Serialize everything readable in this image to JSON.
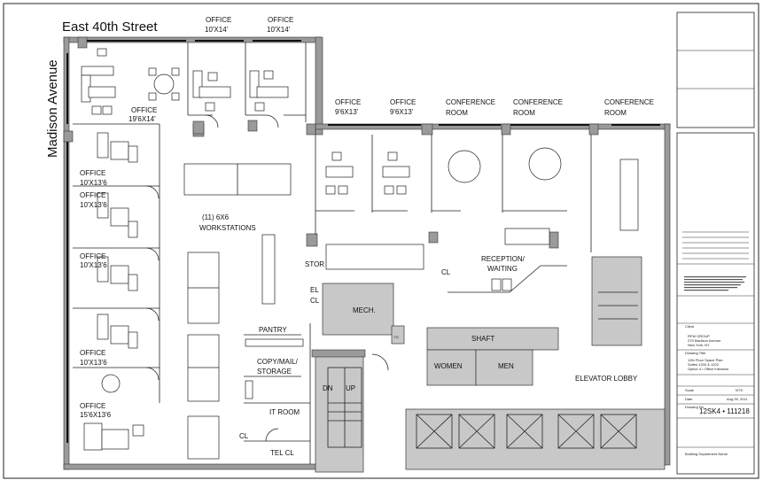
{
  "streets": {
    "east_40th": "East 40th Street",
    "madison": "Madison Avenue"
  },
  "rooms": {
    "office_top1_name": "OFFICE",
    "office_top1_size": "10'X14'",
    "office_top2_name": "OFFICE",
    "office_top2_size": "10'X14'",
    "office_corner_name": "OFFICE",
    "office_corner_size": "19'6X14'",
    "office_l1_name": "OFFICE",
    "office_l1_size": "10'X13'6",
    "office_l2_name": "OFFICE",
    "office_l2_size": "10'X13'6",
    "office_l3_name": "OFFICE",
    "office_l3_size": "10'X13'6",
    "office_l4_name": "OFFICE",
    "office_l4_size": "10'X13'6",
    "office_l5_name": "OFFICE",
    "office_l5_size": "15'6X13'6",
    "office_m1_name": "OFFICE",
    "office_m1_size": "9'6X13'",
    "office_m2_name": "OFFICE",
    "office_m2_size": "9'6X13'",
    "conf1_a": "CONFERENCE",
    "conf1_b": "ROOM",
    "conf2_a": "CONFERENCE",
    "conf2_b": "ROOM",
    "conf3_a": "CONFERENCE",
    "conf3_b": "ROOM",
    "workstations_a": "(11) 6X6",
    "workstations_b": "WORKSTATIONS",
    "reception_a": "RECEPTION/",
    "reception_b": "WAITING",
    "stor": "STOR",
    "el": "EL",
    "cl_a": "CL",
    "cl_b": "CL",
    "cl_c": "CL",
    "mech": "MECH.",
    "tc": "T/C",
    "pantry": "PANTRY",
    "copy_a": "COPY/MAIL/",
    "copy_b": "STORAGE",
    "it_room": "IT ROOM",
    "tel_cl": "TEL CL",
    "shaft": "SHAFT",
    "women": "WOMEN",
    "men": "MEN",
    "elevator_lobby": "ELEVATOR LOBBY",
    "stair_dn": "DN",
    "stair_up": "UP"
  },
  "title_block": {
    "client_label": "Client",
    "client_name": "RFW GROUP",
    "client_addr1": "275 Madison Avenue",
    "client_addr2": "New York, NY",
    "drawing_label": "Drawing Title",
    "drawing_line1": "12th Floor Space Plan",
    "drawing_line2": "Suites 1200 & 1202",
    "drawing_line3": "Option 4 • Office Intensive",
    "drawing_no_label": "Drawing No.",
    "drawing_number": "12SK4 • 111218",
    "scale_label": "Scale",
    "scale_value": "NTS",
    "date_label": "Date",
    "date_value": "Aug 26, 2011",
    "bottom_label": "Building Department Name"
  }
}
